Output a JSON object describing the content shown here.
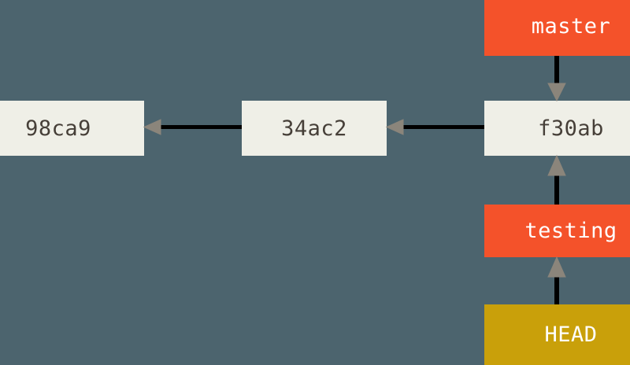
{
  "diagram": {
    "title": "git-branch-head-diagram",
    "background_color": "#4c646e",
    "colors": {
      "background": "#4c646e",
      "commit_box": "#efefe7",
      "commit_text": "#463f38",
      "branch_box": "#f4522a",
      "branch_text": "#ffffff",
      "head_box": "#c9a00a",
      "head_text": "#ffffff",
      "arrow": "#8b857b"
    },
    "commits": [
      {
        "id": "commit-98ca9",
        "label": "98ca9"
      },
      {
        "id": "commit-34ac2",
        "label": "34ac2"
      },
      {
        "id": "commit-f30ab",
        "label": "f30ab"
      }
    ],
    "branches": [
      {
        "id": "branch-master",
        "label": "master"
      },
      {
        "id": "branch-testing",
        "label": "testing"
      }
    ],
    "pointers": [
      {
        "id": "head",
        "label": "HEAD"
      }
    ],
    "arrows": [
      {
        "id": "arrow-34ac2-to-98ca9",
        "from": "34ac2",
        "to": "98ca9",
        "direction": "left"
      },
      {
        "id": "arrow-f30ab-to-34ac2",
        "from": "f30ab",
        "to": "34ac2",
        "direction": "left"
      },
      {
        "id": "arrow-master-to-f30ab",
        "from": "master",
        "to": "f30ab",
        "direction": "down"
      },
      {
        "id": "arrow-testing-to-f30ab",
        "from": "testing",
        "to": "f30ab",
        "direction": "up"
      },
      {
        "id": "arrow-head-to-testing",
        "from": "HEAD",
        "to": "testing",
        "direction": "up"
      }
    ]
  }
}
